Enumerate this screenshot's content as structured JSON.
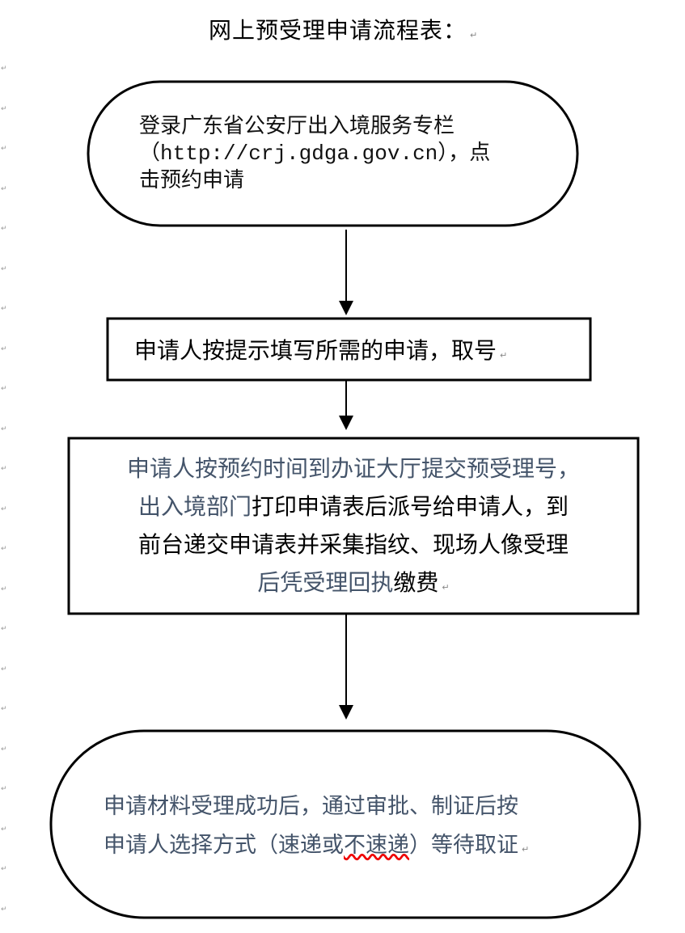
{
  "title": "网上预受理申请流程表：",
  "step1": {
    "line1": "登录广东省公安厅出入境服务专栏",
    "line2_open": "（",
    "url": "http://crj.gdga.gov.cn",
    "line2_close": "），点",
    "line3": "击预约申请"
  },
  "step2": {
    "text": "申请人按提示填写所需的申请，取号"
  },
  "step3": {
    "l1": "申请人按预约时间到办证大厅提交预受理号，",
    "l2a": "出入境部门",
    "l2b": "打印申请表后派号给申请人，到",
    "l3": "前台递交申请表并采集指纹、现场人像受理",
    "l4a": "后凭受理回执",
    "l4b": "缴费"
  },
  "step4": {
    "l1": "申请材料受理成功后，通过审批、制证后按",
    "l2a": "申请人选择方式（速递或",
    "l2b": "不速递",
    "l2c": "）等待取证"
  },
  "paragraph_mark": "↵",
  "colors": {
    "muted_text": "#44546a",
    "stroke": "#000000"
  }
}
